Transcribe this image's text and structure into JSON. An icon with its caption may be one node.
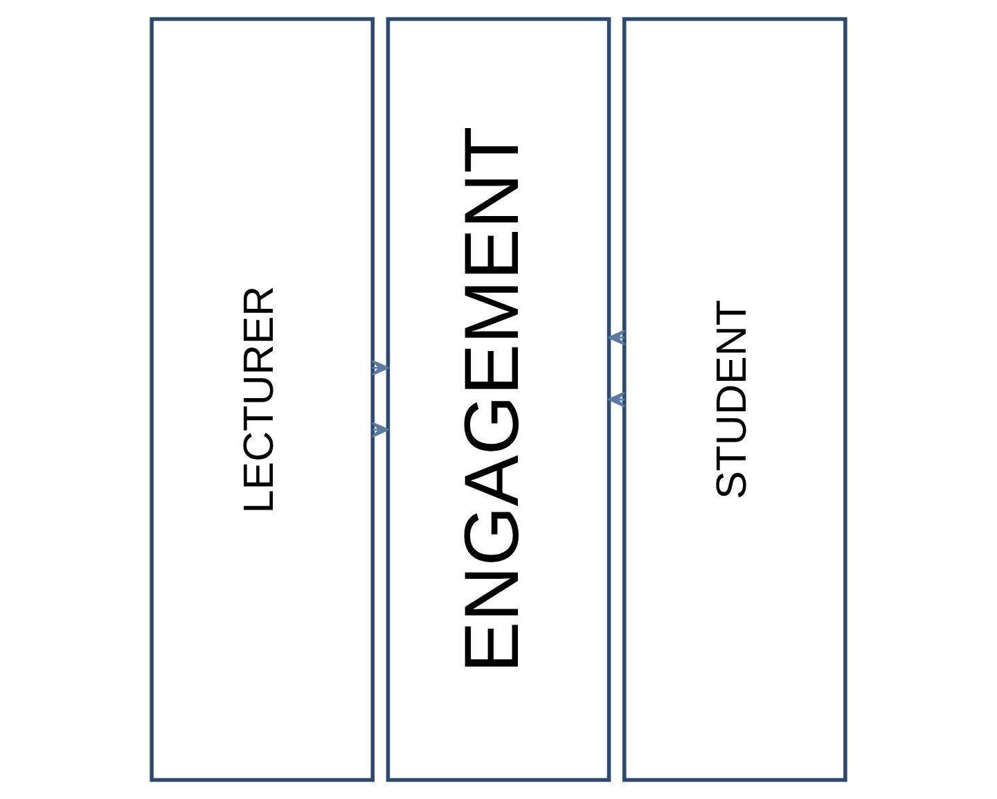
{
  "diagram": {
    "nodes": [
      {
        "text": [
          "LECTURER"
        ]
      },
      {
        "text": [
          "ENGAGEMENT"
        ]
      },
      {
        "text": [
          "STUDENT"
        ]
      }
    ],
    "edges": [
      {
        "from": 0,
        "to": 1,
        "arrow": "to"
      },
      {
        "from": 0,
        "to": 1,
        "arrow": "to"
      },
      {
        "from": 2,
        "to": 1,
        "arrow": "to"
      },
      {
        "from": 2,
        "to": 1,
        "arrow": "to"
      }
    ]
  }
}
